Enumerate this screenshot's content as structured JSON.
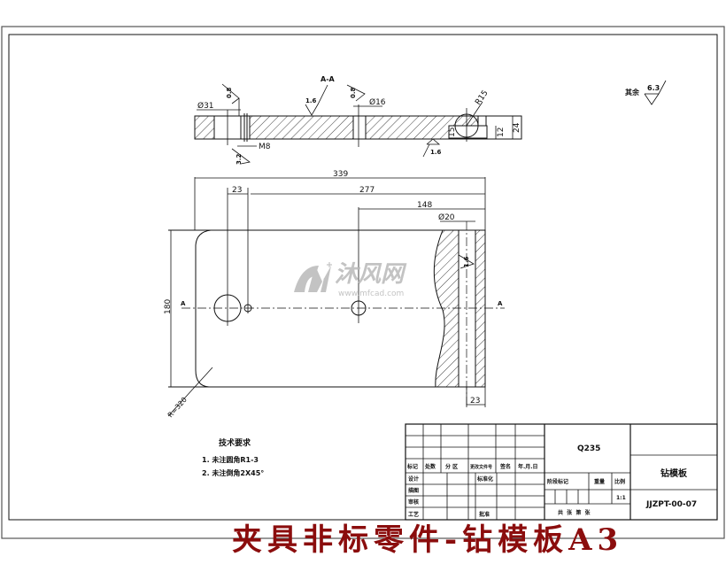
{
  "drawing": {
    "title_banner": "夹具非标零件-钻模板A3",
    "surface_finish_note": {
      "label": "其余",
      "value": "6.3"
    },
    "section_view": {
      "section_label": "A-A",
      "dims": {
        "d31": "Ø31",
        "d16": "Ø16",
        "m8": "M8",
        "r15": "R15",
        "h15": "15",
        "h12": "12",
        "h24": "24"
      },
      "roughness": {
        "left_top": "0.8",
        "left_bottom": "3.2",
        "top_mid": "1.6",
        "hole16": "0.8",
        "bottom_mid": "1.6"
      }
    },
    "plan_view": {
      "dims": {
        "overall_length": "339",
        "left_offset": "23",
        "span_277": "277",
        "span_148": "148",
        "d20": "Ø20",
        "height": "180",
        "corner_radius": "R=320",
        "right_width": "23"
      },
      "roughness_right": "1.6",
      "section_mark_left": "A",
      "section_mark_right": "A"
    },
    "watermark": {
      "brand": "沐风网",
      "url": "www.mfcad.com"
    },
    "tech_requirements": {
      "heading": "技术要求",
      "items": [
        "1. 未注圆角R1-3",
        "2. 未注倒角2X45°"
      ]
    },
    "title_block": {
      "material": "Q235",
      "part_name": "钻模板",
      "drawing_number": "JJZPT-00-07",
      "header_cells": [
        "标记",
        "处数",
        "分 区",
        "更改文件号",
        "签名",
        "年.月.日"
      ],
      "row_labels": [
        "设计",
        "审核",
        "工艺"
      ],
      "row_label_2": "描图",
      "standardization": "标准化",
      "approval": "批准",
      "stage_mark": "阶段标记",
      "weight": "重量",
      "scale": "比例",
      "scale_value": "1:1",
      "sheet_info": "共  张  第  张"
    },
    "colors": {
      "line": "#111111",
      "banner": "#8b0d0d",
      "watermark": "#b9b9b9"
    }
  }
}
